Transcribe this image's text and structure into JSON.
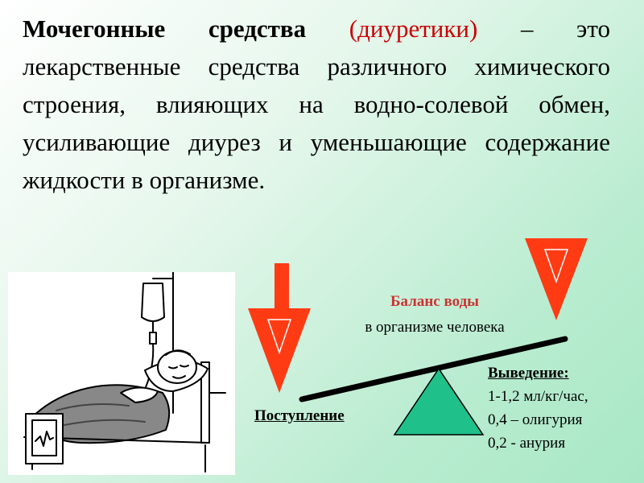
{
  "title": {
    "term": "Мочегонные средства",
    "term_alt": "(диуретики)",
    "definition": "– это лекарственные средства различного химического строения, влияющих на водно-солевой обмен, усиливающие диурез и уменьшающие содержание жидкости в организме."
  },
  "balance": {
    "title": "Баланс воды",
    "subtitle": "в организме человека"
  },
  "intake": {
    "label": "Поступление"
  },
  "output": {
    "heading": "Выведение:",
    "lines": [
      "1-1,2 мл/кг/час,",
      "0,4 – олигурия",
      "0,2 - анурия"
    ]
  },
  "colors": {
    "arrow": "#ff3b14",
    "fulcrum": "#20c08a",
    "term_alt": "#cc0000",
    "balance_title": "#cc3333"
  },
  "icons": {
    "patient": "patient-in-bed-with-iv-drip",
    "intake_arrow": "down-arrow-icon",
    "output_arrow": "down-triangle-icon",
    "fulcrum": "triangle-fulcrum-icon"
  }
}
